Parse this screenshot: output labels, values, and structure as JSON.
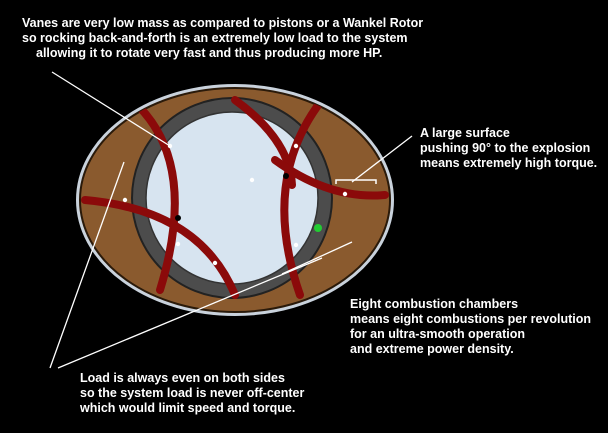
{
  "annotations": {
    "vanes": [
      "Vanes are very low mass as compared to pistons or a Wankel Rotor",
      "so rocking back-and-forth is an extremely low load to the system",
      "allowing it to rotate very fast and thus producing more HP."
    ],
    "surface": [
      "A large surface",
      "pushing 90° to the explosion",
      "means extremely high torque."
    ],
    "chambers": [
      "Eight combustion chambers",
      "means eight combustions per revolution",
      "for an ultra-smooth operation",
      "and extreme power density."
    ],
    "load": [
      "Load is always even on both sides",
      "so the system load is never off-center",
      "which would limit speed and torque."
    ]
  },
  "colors": {
    "background": "#000000",
    "housing_fill": "#8a5a2e",
    "housing_rim": "#c9d2dc",
    "ring": "#4c4c4c",
    "rotor": "#d7e4f0",
    "vane": "#8b0a0a",
    "green_marker": "#22cc33",
    "text": "#ffffff"
  }
}
